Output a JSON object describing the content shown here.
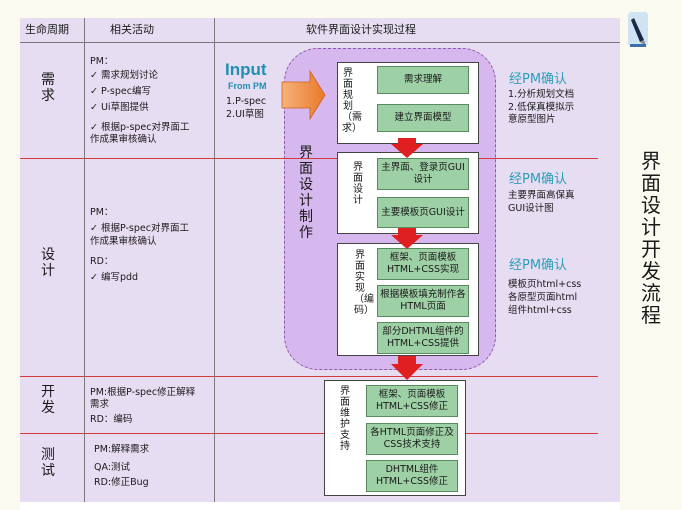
{
  "header": {
    "col_lifecycle": "生命周期",
    "col_activities": "相关活动",
    "col_process": "软件界面设计实现过程"
  },
  "phases": {
    "req": "需求",
    "design": "设计",
    "dev": "开发",
    "test": "测试"
  },
  "activities": {
    "req": [
      "PM：",
      "✓ 需求规划讨论",
      "✓ P-spec编写",
      "✓ Ui草图提供",
      "✓ 根据p-spec对界面工",
      "作成果审核确认"
    ],
    "design": [
      "PM：",
      "✓ 根据P-spec对界面工",
      "作成果审核确认",
      "RD：",
      "✓ 编写pdd"
    ],
    "dev": [
      "PM:根据P-spec修正解释",
      "需求",
      "RD：编码"
    ],
    "test": [
      "PM:解释需求",
      "QA:测试",
      "RD:修正Bug"
    ]
  },
  "input": {
    "title": "Input",
    "from": "From PM",
    "items": [
      "1.P-spec",
      "2.UI草图"
    ]
  },
  "design_group_label": "界面设计制作",
  "stages": {
    "planning": {
      "label": "界面规划（需求）",
      "tasks": [
        "需求理解",
        "建立界面模型"
      ]
    },
    "design": {
      "label": "界面设计",
      "tasks": [
        "主界面、登录页GUI设计",
        "主要模板页GUI设计"
      ]
    },
    "implement": {
      "label": "界面实现（编码）",
      "tasks": [
        "框架、页面模板HTML+CSS实现",
        "根据模板填充制作各HTML页面",
        "部分DHTML组件的HTML+CSS提供"
      ]
    },
    "maintain": {
      "label": "界面维护支持",
      "tasks": [
        "框架、页面模板HTML+CSS修正",
        "各HTML页面修正及CSS技术支持",
        "DHTML组件HTML+CSS修正"
      ]
    }
  },
  "confirms": {
    "c1": {
      "title": "经PM确认",
      "notes": [
        "1.分析规划文档",
        "2.低保真模拟示",
        "意原型图片"
      ]
    },
    "c2": {
      "title": "经PM确认",
      "notes": [
        "主要界面高保真",
        "GUI设计图"
      ]
    },
    "c3": {
      "title": "经PM确认",
      "notes": [
        "模板页html+css",
        "各原型页面html",
        "组件html+css"
      ]
    }
  },
  "side_title": "界面设计开发流程",
  "colors": {
    "panel": "#e6ddf2",
    "dashed_region": "#d7b8ee",
    "task_box": "#9ed0a6",
    "arrow": "#e02020",
    "accent_text": "#2a9fb8",
    "divider": "#d43a3a"
  }
}
